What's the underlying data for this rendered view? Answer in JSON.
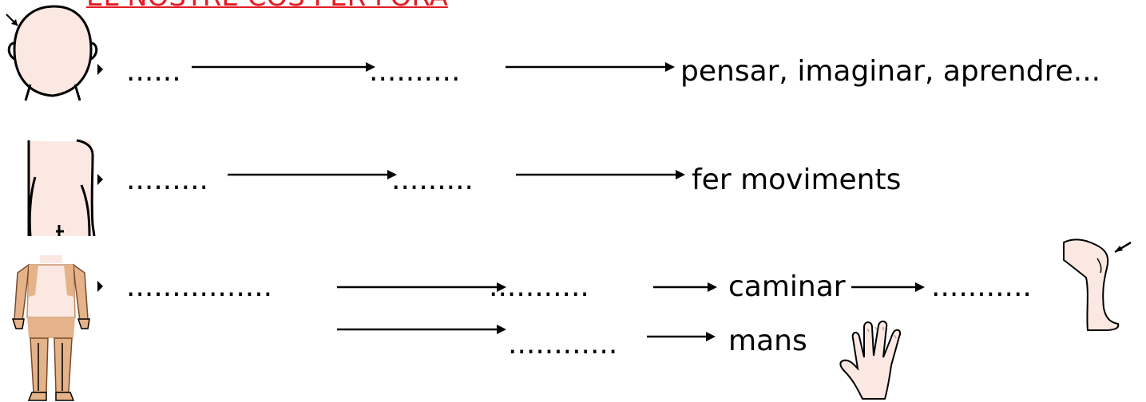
{
  "title": "EL NOSTRE COS PER FORA",
  "rows": [
    {
      "head": "......",
      "middle": "..........",
      "end": "pensar, imaginar, aprendre..."
    },
    {
      "head": ".........",
      "middle": ".........",
      "end": "fer moviments"
    },
    {
      "head": "................",
      "middle": "...........",
      "end": "caminar",
      "extra": "..........."
    },
    {
      "middle": "............",
      "end": "mans"
    }
  ],
  "icons": [
    "head-icon",
    "torso-back-icon",
    "body-icon",
    "leg-icon",
    "hand-icon"
  ],
  "colors": {
    "title": "#e31b23",
    "skin": "#fbe8e2",
    "limb": "#e5b389"
  }
}
